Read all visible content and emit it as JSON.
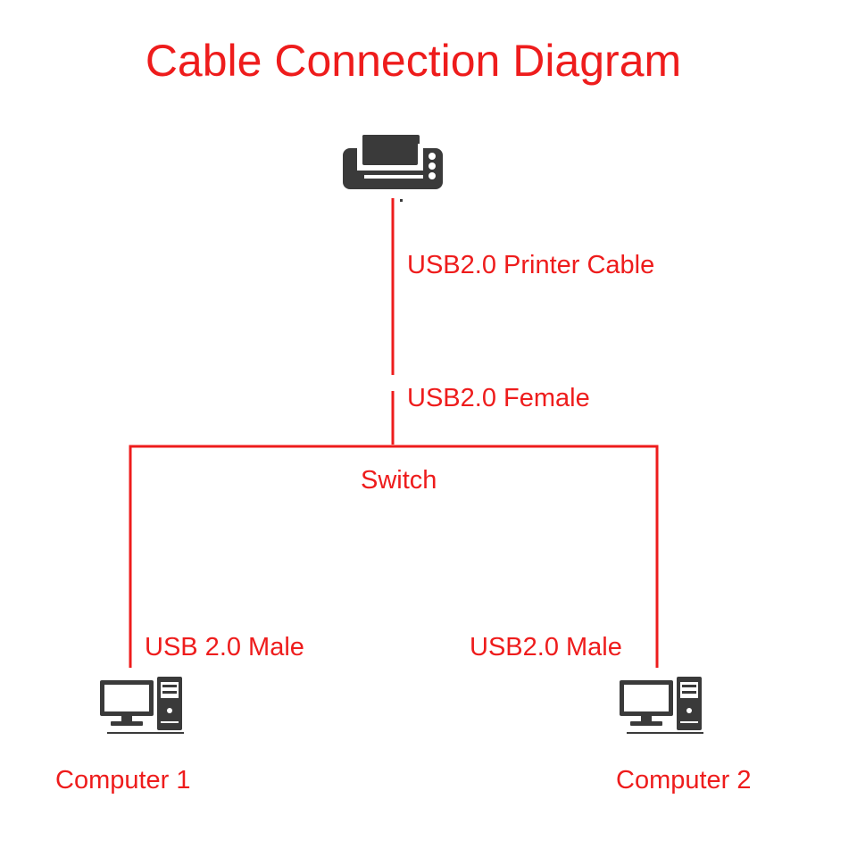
{
  "title": "Cable Connection Diagram",
  "labels": {
    "printer_cable": "USB2.0 Printer Cable",
    "female": "USB2.0 Female",
    "switch": "Switch",
    "male_left": "USB 2.0 Male",
    "male_right": "USB2.0 Male",
    "computer1": "Computer 1",
    "computer2": "Computer 2"
  },
  "icons": {
    "printer": "printer-icon",
    "computer": "desktop-computer-icon"
  },
  "colors": {
    "accent": "#ee1c1c",
    "icon": "#3a3a3a",
    "background": "#ffffff"
  }
}
